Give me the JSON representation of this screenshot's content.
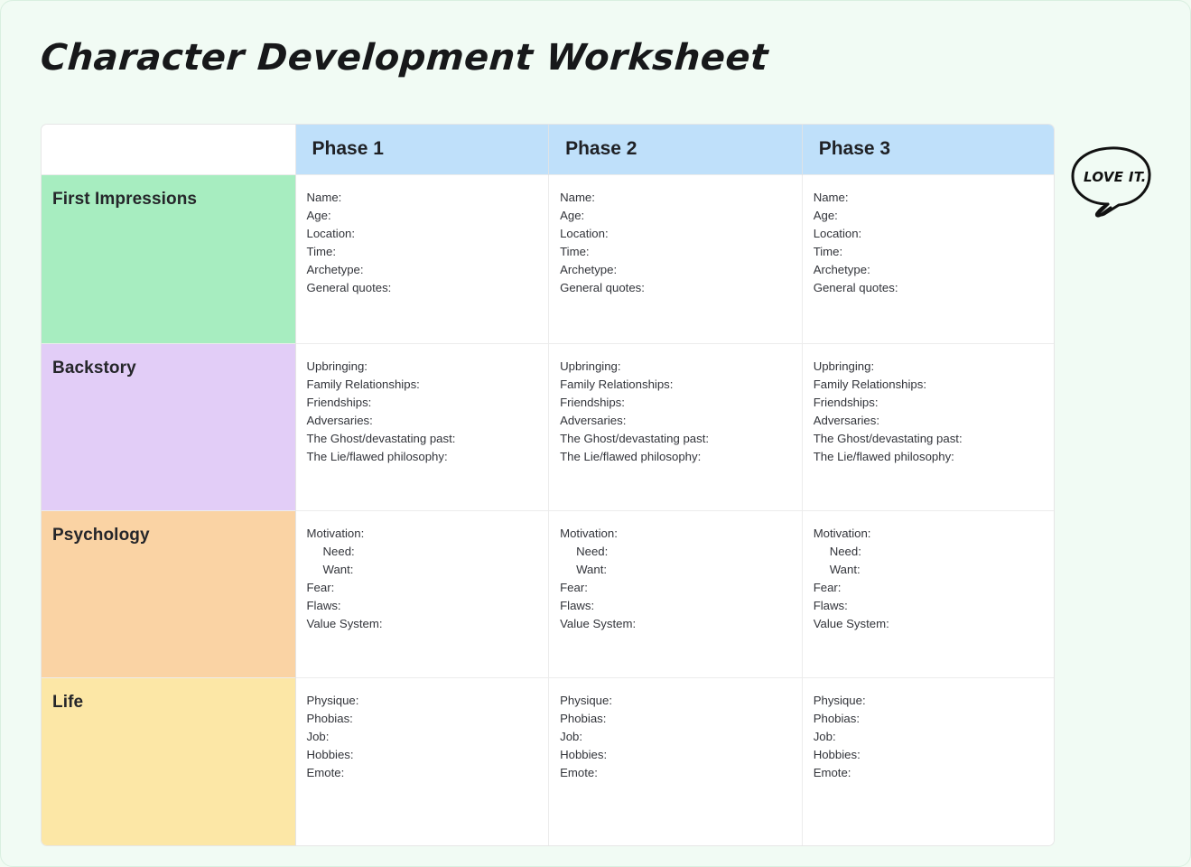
{
  "page": {
    "background_color": "#f1fbf4",
    "border_color": "#d9efe0"
  },
  "title": "Character Development Worksheet",
  "table": {
    "header": {
      "corner_label": "",
      "color": "#bfe0fa",
      "columns": [
        "Phase 1",
        "Phase 2",
        "Phase 3"
      ]
    },
    "rows": [
      {
        "label": "First Impressions",
        "color": "#a7edc0",
        "fields": [
          {
            "text": "Name:",
            "indent": false
          },
          {
            "text": "Age:",
            "indent": false
          },
          {
            "text": "Location:",
            "indent": false
          },
          {
            "text": "Time:",
            "indent": false
          },
          {
            "text": "Archetype:",
            "indent": false
          },
          {
            "text": "General quotes:",
            "indent": false
          }
        ]
      },
      {
        "label": "Backstory",
        "color": "#e2cdf7",
        "fields": [
          {
            "text": "Upbringing:",
            "indent": false
          },
          {
            "text": "Family Relationships:",
            "indent": false
          },
          {
            "text": "Friendships:",
            "indent": false
          },
          {
            "text": "Adversaries:",
            "indent": false
          },
          {
            "text": "The Ghost/devastating past:",
            "indent": false
          },
          {
            "text": "The Lie/flawed philosophy:",
            "indent": false
          }
        ]
      },
      {
        "label": "Psychology",
        "color": "#fad3a4",
        "fields": [
          {
            "text": "Motivation:",
            "indent": false
          },
          {
            "text": "Need:",
            "indent": true
          },
          {
            "text": "Want:",
            "indent": true
          },
          {
            "text": "Fear:",
            "indent": false
          },
          {
            "text": "Flaws:",
            "indent": false
          },
          {
            "text": "Value System:",
            "indent": false
          }
        ]
      },
      {
        "label": "Life",
        "color": "#fce7a6",
        "fields": [
          {
            "text": "Physique:",
            "indent": false
          },
          {
            "text": "Phobias:",
            "indent": false
          },
          {
            "text": "Job:",
            "indent": false
          },
          {
            "text": "Hobbies:",
            "indent": false
          },
          {
            "text": "Emote:",
            "indent": false
          }
        ]
      }
    ]
  },
  "sticker": {
    "text": "LOVE IT.",
    "stroke_color": "#111111"
  }
}
